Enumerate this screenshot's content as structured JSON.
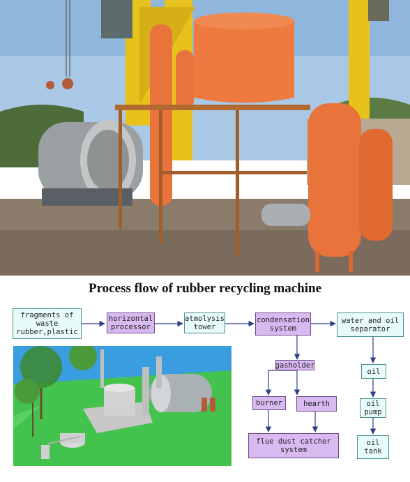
{
  "title": "Process flow of rubber recycling machine",
  "flow": {
    "fragments": "fragments of\nwaste\nrubber,plastic",
    "horizontal": "horizontal\nprocessor",
    "atmolysis": "atmolysis\ntower",
    "condensation": "condensation\nsystem",
    "separator": "water and oil\nseparator",
    "gasholder": "gasholder",
    "burner": "burner",
    "hearth": "hearth",
    "flue": "flue dust catcher\nsystem",
    "oil": "oil",
    "oil_pump": "oil\npump",
    "oil_tank": "oil\ntank"
  },
  "colors": {
    "cyan_box": "#e8fbfb",
    "purple_box": "#d8b9f0",
    "arrow": "#2d3f8a",
    "machine_orange": "#e8743c",
    "crane_yellow": "#e8c21c"
  }
}
